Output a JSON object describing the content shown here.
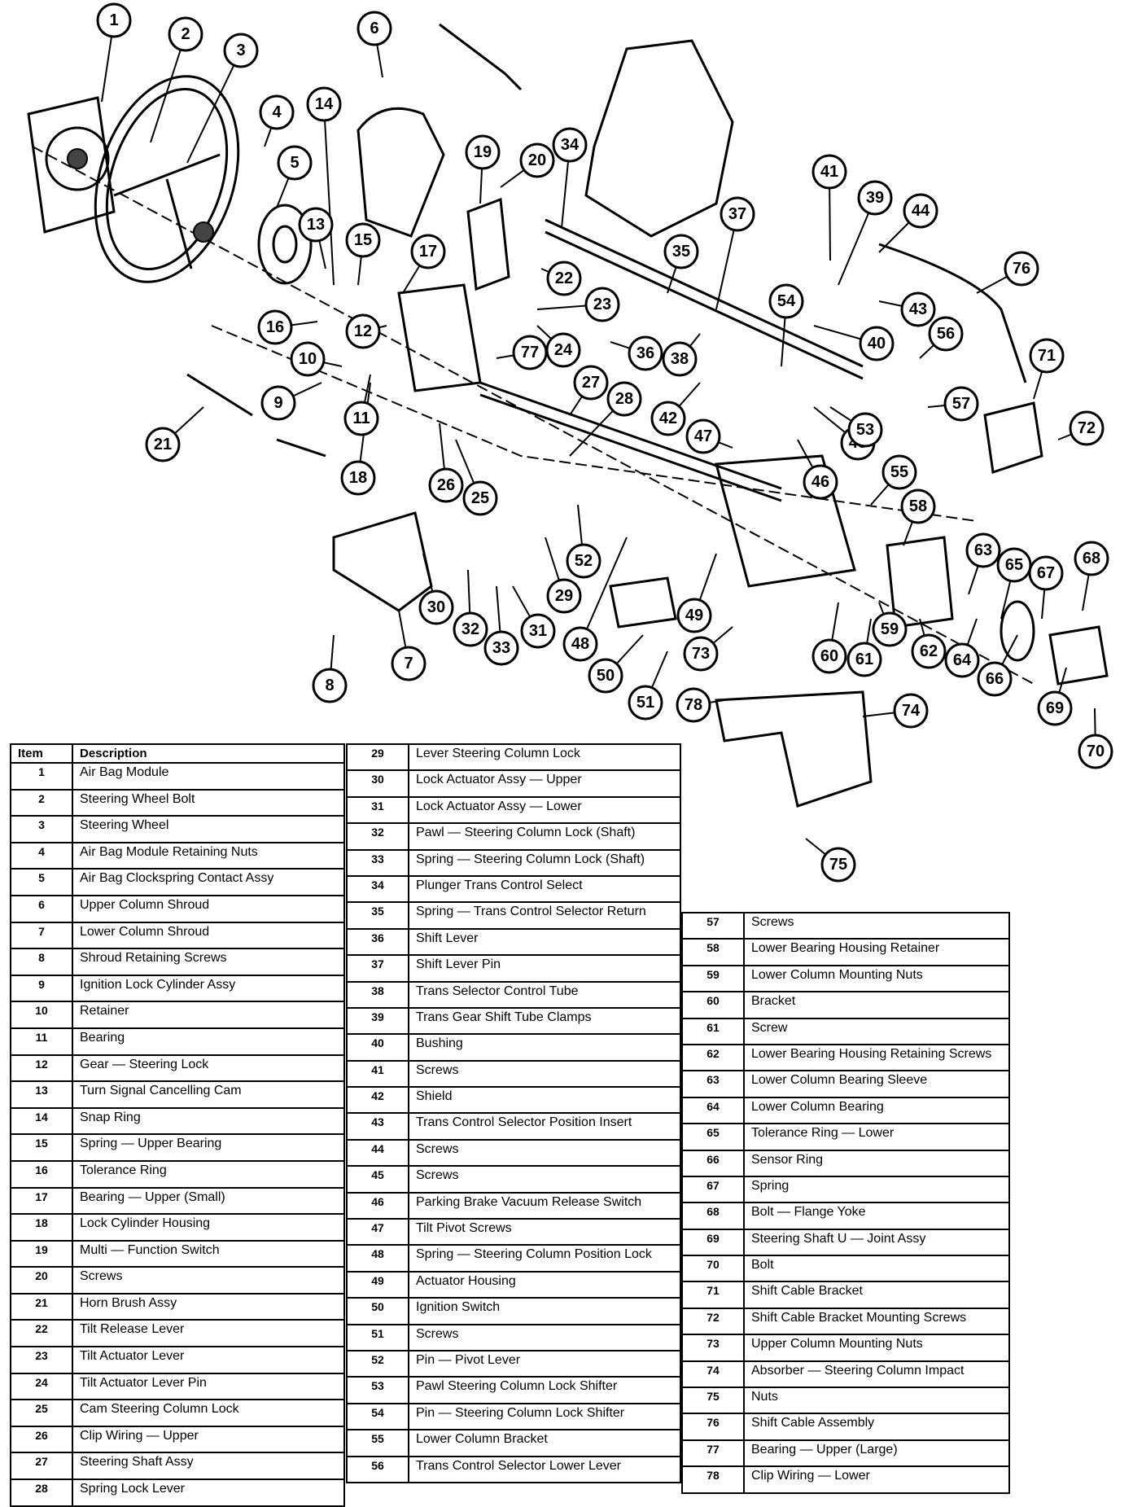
{
  "table_headers": {
    "item": "Item",
    "description": "Description"
  },
  "legend": [
    {
      "item": "1",
      "description": "Air Bag Module"
    },
    {
      "item": "2",
      "description": "Steering Wheel Bolt"
    },
    {
      "item": "3",
      "description": "Steering Wheel"
    },
    {
      "item": "4",
      "description": "Air Bag Module Retaining Nuts"
    },
    {
      "item": "5",
      "description": "Air Bag Clockspring Contact Assy"
    },
    {
      "item": "6",
      "description": "Upper Column Shroud"
    },
    {
      "item": "7",
      "description": "Lower Column Shroud"
    },
    {
      "item": "8",
      "description": "Shroud Retaining Screws"
    },
    {
      "item": "9",
      "description": "Ignition Lock Cylinder Assy"
    },
    {
      "item": "10",
      "description": "Retainer"
    },
    {
      "item": "11",
      "description": "Bearing"
    },
    {
      "item": "12",
      "description": "Gear — Steering Lock"
    },
    {
      "item": "13",
      "description": "Turn Signal Cancelling Cam"
    },
    {
      "item": "14",
      "description": "Snap Ring"
    },
    {
      "item": "15",
      "description": "Spring — Upper Bearing"
    },
    {
      "item": "16",
      "description": "Tolerance Ring"
    },
    {
      "item": "17",
      "description": "Bearing — Upper (Small)"
    },
    {
      "item": "18",
      "description": "Lock Cylinder Housing"
    },
    {
      "item": "19",
      "description": "Multi — Function Switch"
    },
    {
      "item": "20",
      "description": "Screws"
    },
    {
      "item": "21",
      "description": "Horn Brush Assy"
    },
    {
      "item": "22",
      "description": "Tilt Release Lever"
    },
    {
      "item": "23",
      "description": "Tilt Actuator Lever"
    },
    {
      "item": "24",
      "description": "Tilt Actuator Lever Pin"
    },
    {
      "item": "25",
      "description": "Cam Steering Column Lock"
    },
    {
      "item": "26",
      "description": "Clip Wiring — Upper"
    },
    {
      "item": "27",
      "description": "Steering Shaft Assy"
    },
    {
      "item": "28",
      "description": "Spring Lock Lever"
    },
    {
      "item": "29",
      "description": "Lever Steering Column Lock"
    },
    {
      "item": "30",
      "description": "Lock Actuator Assy — Upper"
    },
    {
      "item": "31",
      "description": "Lock Actuator Assy — Lower"
    },
    {
      "item": "32",
      "description": "Pawl — Steering Column Lock (Shaft)"
    },
    {
      "item": "33",
      "description": "Spring — Steering Column Lock (Shaft)"
    },
    {
      "item": "34",
      "description": "Plunger Trans Control Select"
    },
    {
      "item": "35",
      "description": "Spring — Trans Control Selector Return"
    },
    {
      "item": "36",
      "description": "Shift Lever"
    },
    {
      "item": "37",
      "description": "Shift Lever Pin"
    },
    {
      "item": "38",
      "description": "Trans Selector Control Tube"
    },
    {
      "item": "39",
      "description": "Trans Gear Shift Tube Clamps"
    },
    {
      "item": "40",
      "description": "Bushing"
    },
    {
      "item": "41",
      "description": "Screws"
    },
    {
      "item": "42",
      "description": "Shield"
    },
    {
      "item": "43",
      "description": "Trans Control Selector Position Insert"
    },
    {
      "item": "44",
      "description": "Screws"
    },
    {
      "item": "45",
      "description": "Screws"
    },
    {
      "item": "46",
      "description": "Parking Brake Vacuum Release Switch"
    },
    {
      "item": "47",
      "description": "Tilt Pivot Screws"
    },
    {
      "item": "48",
      "description": "Spring — Steering Column Position Lock"
    },
    {
      "item": "49",
      "description": "Actuator Housing"
    },
    {
      "item": "50",
      "description": "Ignition Switch"
    },
    {
      "item": "51",
      "description": "Screws"
    },
    {
      "item": "52",
      "description": "Pin — Pivot Lever"
    },
    {
      "item": "53",
      "description": "Pawl Steering Column Lock Shifter"
    },
    {
      "item": "54",
      "description": "Pin — Steering Column Lock Shifter"
    },
    {
      "item": "55",
      "description": "Lower Column Bracket"
    },
    {
      "item": "56",
      "description": "Trans Control Selector Lower Lever"
    },
    {
      "item": "57",
      "description": "Screws"
    },
    {
      "item": "58",
      "description": "Lower Bearing Housing Retainer"
    },
    {
      "item": "59",
      "description": "Lower Column Mounting Nuts"
    },
    {
      "item": "60",
      "description": "Bracket"
    },
    {
      "item": "61",
      "description": "Screw"
    },
    {
      "item": "62",
      "description": "Lower Bearing Housing Retaining Screws"
    },
    {
      "item": "63",
      "description": "Lower Column Bearing Sleeve"
    },
    {
      "item": "64",
      "description": "Lower Column Bearing"
    },
    {
      "item": "65",
      "description": "Tolerance Ring — Lower"
    },
    {
      "item": "66",
      "description": "Sensor Ring"
    },
    {
      "item": "67",
      "description": "Spring"
    },
    {
      "item": "68",
      "description": "Bolt — Flange Yoke"
    },
    {
      "item": "69",
      "description": "Steering Shaft U — Joint Assy"
    },
    {
      "item": "70",
      "description": "Bolt"
    },
    {
      "item": "71",
      "description": "Shift Cable Bracket"
    },
    {
      "item": "72",
      "description": "Shift Cable Bracket Mounting Screws"
    },
    {
      "item": "73",
      "description": "Upper Column Mounting Nuts"
    },
    {
      "item": "74",
      "description": "Absorber — Steering Column Impact"
    },
    {
      "item": "75",
      "description": "Nuts"
    },
    {
      "item": "76",
      "description": "Shift Cable Assembly"
    },
    {
      "item": "77",
      "description": "Bearing — Upper (Large)"
    },
    {
      "item": "78",
      "description": "Clip Wiring — Lower"
    }
  ]
}
